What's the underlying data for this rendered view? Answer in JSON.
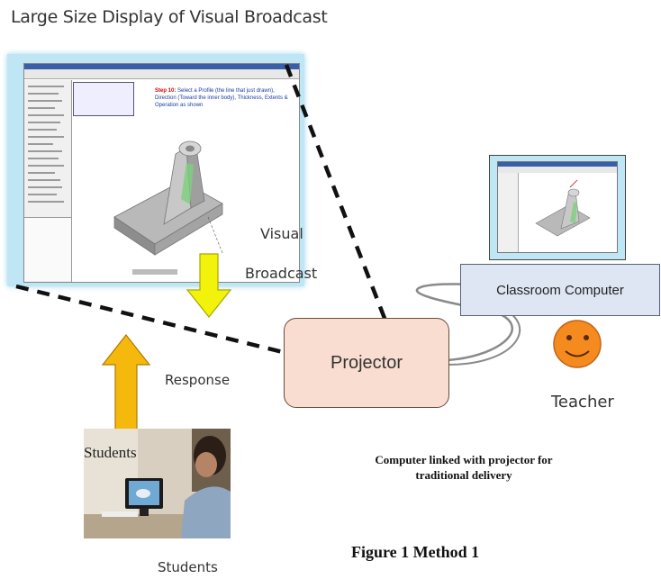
{
  "header": {
    "title": "Large Size Display of Visual Broadcast"
  },
  "labels": {
    "visual": "Visual",
    "broadcast": "Broadcast",
    "response": "Response",
    "projector": "Projector",
    "classroom_computer": "Classroom Computer",
    "teacher": "Teacher",
    "students_mid": "Students",
    "students_bottom": "Students",
    "caption_line1": "Computer linked with projector  for",
    "caption_line2": "traditional delivery",
    "figure": "Figure 1 Method 1"
  },
  "screen": {
    "step_label": "Step 10:",
    "step_text": "Select a Profile (the line that just drawn), Direction (Toward the inner body), Thickness, Extents & Operation as shown"
  },
  "colors": {
    "arrow_down": "#f2f20a",
    "arrow_up": "#f5b80d",
    "projector_fill": "#f9ddd0",
    "computer_fill": "#dfe6f3",
    "screen_glow": "#bfe6f5",
    "smiley": "#f58a1f"
  },
  "icons": [
    "smiley-face-icon",
    "down-arrow-icon",
    "up-arrow-icon"
  ]
}
